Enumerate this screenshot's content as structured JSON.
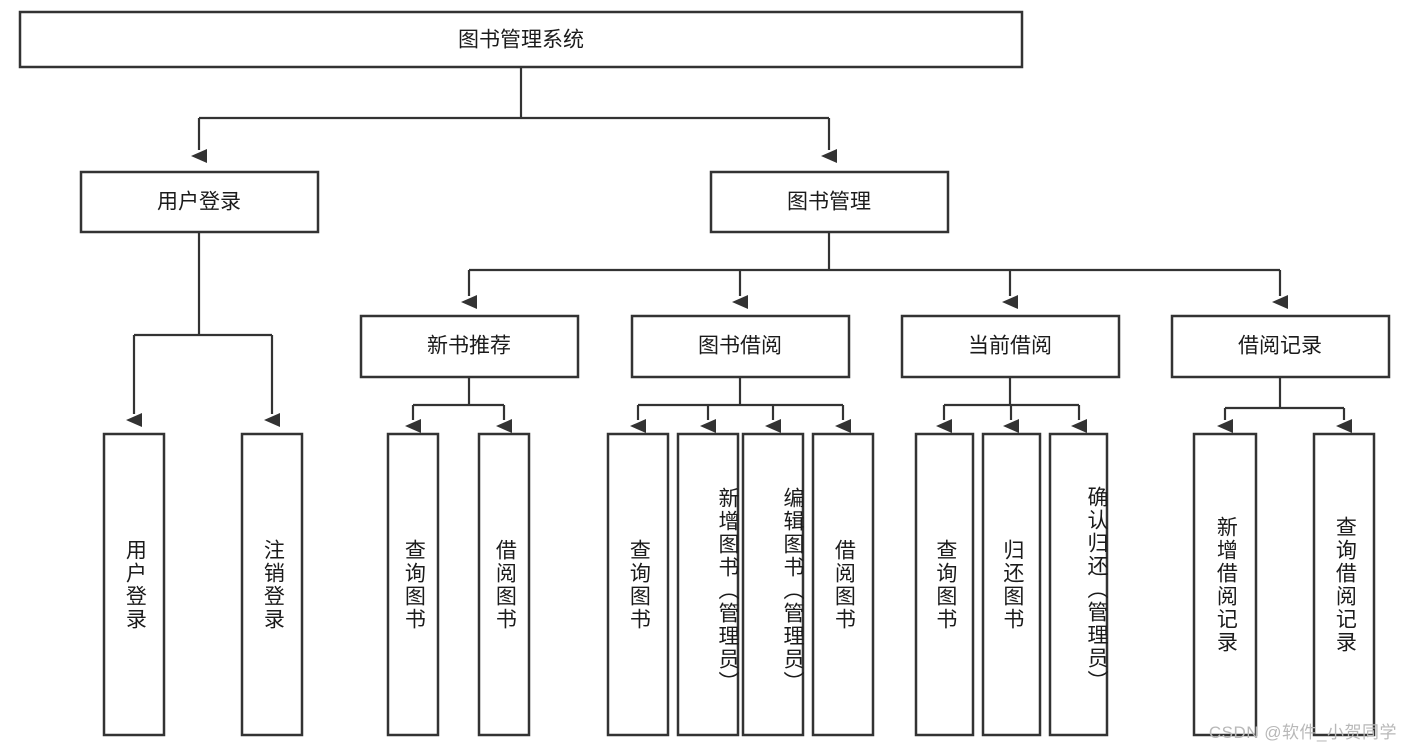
{
  "diagram": {
    "type": "tree-hierarchy-chart",
    "title": "图书管理系统",
    "orientation": "top-down",
    "line_color": "#333333",
    "box_fill": "#ffffff",
    "text_color": "#1b1b1b",
    "root": {
      "label": "图书管理系统",
      "text_direction": "horizontal"
    },
    "level1": [
      {
        "id": "user-login",
        "label": "用户登录",
        "text_direction": "horizontal"
      },
      {
        "id": "book-management",
        "label": "图书管理",
        "text_direction": "horizontal"
      }
    ],
    "level2": [
      {
        "id": "new-book-recommend",
        "label": "新书推荐",
        "parent": "book-management",
        "text_direction": "horizontal"
      },
      {
        "id": "book-borrow",
        "label": "图书借阅",
        "parent": "book-management",
        "text_direction": "horizontal"
      },
      {
        "id": "current-borrow",
        "label": "当前借阅",
        "parent": "book-management",
        "text_direction": "horizontal"
      },
      {
        "id": "borrow-record",
        "label": "借阅记录",
        "parent": "book-management",
        "text_direction": "horizontal"
      }
    ],
    "leaves": [
      {
        "id": "leaf-user-login",
        "label": "用户登录",
        "parent": "user-login",
        "text_direction": "vertical"
      },
      {
        "id": "leaf-logout-login",
        "label": "注销登录",
        "parent": "user-login",
        "text_direction": "vertical"
      },
      {
        "id": "leaf-query-book-1",
        "label": "查询图书",
        "parent": "new-book-recommend",
        "text_direction": "vertical"
      },
      {
        "id": "leaf-borrow-book-1",
        "label": "借阅图书",
        "parent": "new-book-recommend",
        "text_direction": "vertical"
      },
      {
        "id": "leaf-query-book-2",
        "label": "查询图书",
        "parent": "book-borrow",
        "text_direction": "vertical"
      },
      {
        "id": "leaf-add-book",
        "label": "新增图书（管理员）",
        "parent": "book-borrow",
        "text_direction": "vertical"
      },
      {
        "id": "leaf-edit-book",
        "label": "编辑图书（管理员）",
        "parent": "book-borrow",
        "text_direction": "vertical"
      },
      {
        "id": "leaf-borrow-book-2",
        "label": "借阅图书",
        "parent": "book-borrow",
        "text_direction": "vertical"
      },
      {
        "id": "leaf-query-book-3",
        "label": "查询图书",
        "parent": "current-borrow",
        "text_direction": "vertical"
      },
      {
        "id": "leaf-return-book",
        "label": "归还图书",
        "parent": "current-borrow",
        "text_direction": "vertical"
      },
      {
        "id": "leaf-confirm-return",
        "label": "确认归还（管理员）",
        "parent": "current-borrow",
        "text_direction": "vertical"
      },
      {
        "id": "leaf-add-record",
        "label": "新增借阅记录",
        "parent": "borrow-record",
        "text_direction": "vertical"
      },
      {
        "id": "leaf-query-record",
        "label": "查询借阅记录",
        "parent": "borrow-record",
        "text_direction": "vertical"
      }
    ]
  },
  "watermark": {
    "text": "CSDN @软件_小贺同学"
  }
}
